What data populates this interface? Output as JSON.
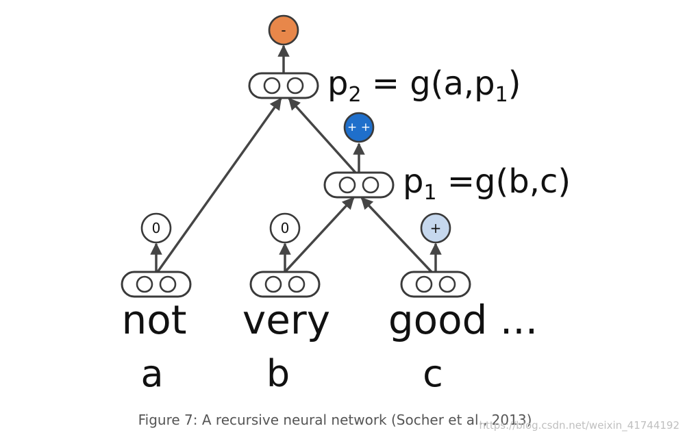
{
  "figure": {
    "caption": "Figure 7: A recursive neural network (Socher et al., 2013)",
    "watermark": "https://blog.csdn.net/weixin_41744192"
  },
  "colors": {
    "negative": "#E8874A",
    "very_positive": "#1F6FCB",
    "positive": "#C6D8EE",
    "neutral": "#FFFFFF",
    "line": "#454545"
  },
  "words": [
    {
      "word": "not",
      "var": "a",
      "sentiment": "0"
    },
    {
      "word": "very",
      "var": "b",
      "sentiment": "0"
    },
    {
      "word": "good ...",
      "var": "c",
      "sentiment": "+"
    }
  ],
  "parents": [
    {
      "id": "p1",
      "sentiment": "+ +",
      "formula": {
        "head": "p",
        "head_sub": "1",
        "rest": " =g(b,c)"
      }
    },
    {
      "id": "p2",
      "sentiment": "-",
      "formula": {
        "head": "p",
        "head_sub": "2",
        "rest": " = g(a,p",
        "rest_sub": "1",
        "tail": ")"
      }
    }
  ]
}
